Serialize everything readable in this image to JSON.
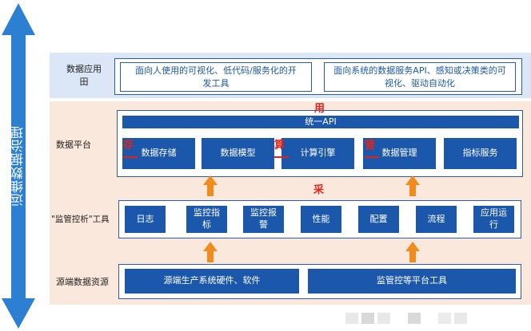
{
  "side_axis": {
    "label": "运维数据治理"
  },
  "app_layer": {
    "label": "数据应用\n田",
    "left_box": "面向人使用的可视化、低代码/服务化的开\n发工具",
    "right_box": "面向系统的数据服务API、感知或决策类的可\n视化、驱动自动化"
  },
  "platform_layer": {
    "label": "数据平台",
    "use_char": "用",
    "api_bar": "统一API",
    "modules": [
      "数据存储",
      "数据模型",
      "计算引擎",
      "数据管理",
      "指标服务"
    ],
    "overlay_chars": {
      "store": "存",
      "compute": "算",
      "manage": "管"
    }
  },
  "tools_layer": {
    "label": "\"监管控析\"工具",
    "collect_char": "采",
    "tools": [
      "日志",
      "监控指\n标",
      "监控报\n警",
      "性能",
      "配置",
      "流程",
      "应用运\n行"
    ]
  },
  "source_layer": {
    "label": "源端数据资源",
    "sources": [
      "源端生产系统硬件、软件",
      "监管控等平台工具"
    ]
  },
  "colors": {
    "primary_blue": "#1b57ab",
    "arrow_orange": "#f08c1e",
    "red": "#e2231a",
    "band_blue": "#dbe6f6",
    "band_peach": "#fbe8dc"
  }
}
